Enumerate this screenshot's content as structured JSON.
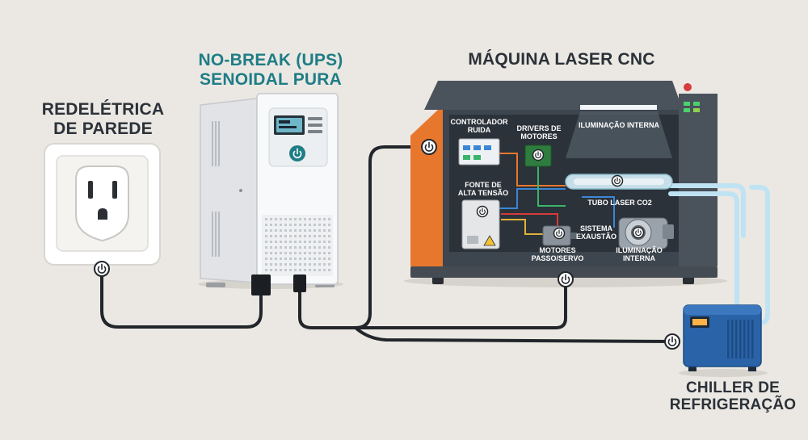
{
  "titles": {
    "wall": [
      "REDELÉTRICA",
      "DE PAREDE"
    ],
    "ups": [
      "NO-BREAK (UPS)",
      "SENOIDAL PURA"
    ],
    "machine": "MÁQUINA LASER CNC",
    "chiller": [
      "CHILLER DE",
      "REFRIGERAÇÃO"
    ]
  },
  "components": {
    "controller": [
      "CONTROLADOR",
      "RUIDA"
    ],
    "drivers": [
      "DRIVERS DE",
      "MOTORES"
    ],
    "lighting_top": "ILUMINAÇÃO INTERNA",
    "hv_supply": [
      "FONTE DE",
      "ALTA TENSÃO"
    ],
    "laser_tube": "TUBO LASER CO2",
    "exhaust": [
      "SISTEMA",
      "EXAUSTÃO"
    ],
    "motors": [
      "MOTORES",
      "PASSO/SERVO"
    ],
    "lighting_bottom": [
      "ILUMINAÇÃO",
      "INTERNA"
    ]
  },
  "colors": {
    "background": "#ebe8e3",
    "machine_orange": "#e8772e",
    "machine_body": "#3d454e",
    "ups_accent": "#1f7d86",
    "chiller_blue": "#2a63a8",
    "cable": "#22262b",
    "water": "#bfe3f3"
  },
  "icons": [
    "power-icon",
    "outlet-icon",
    "warning-icon",
    "fan-icon"
  ]
}
